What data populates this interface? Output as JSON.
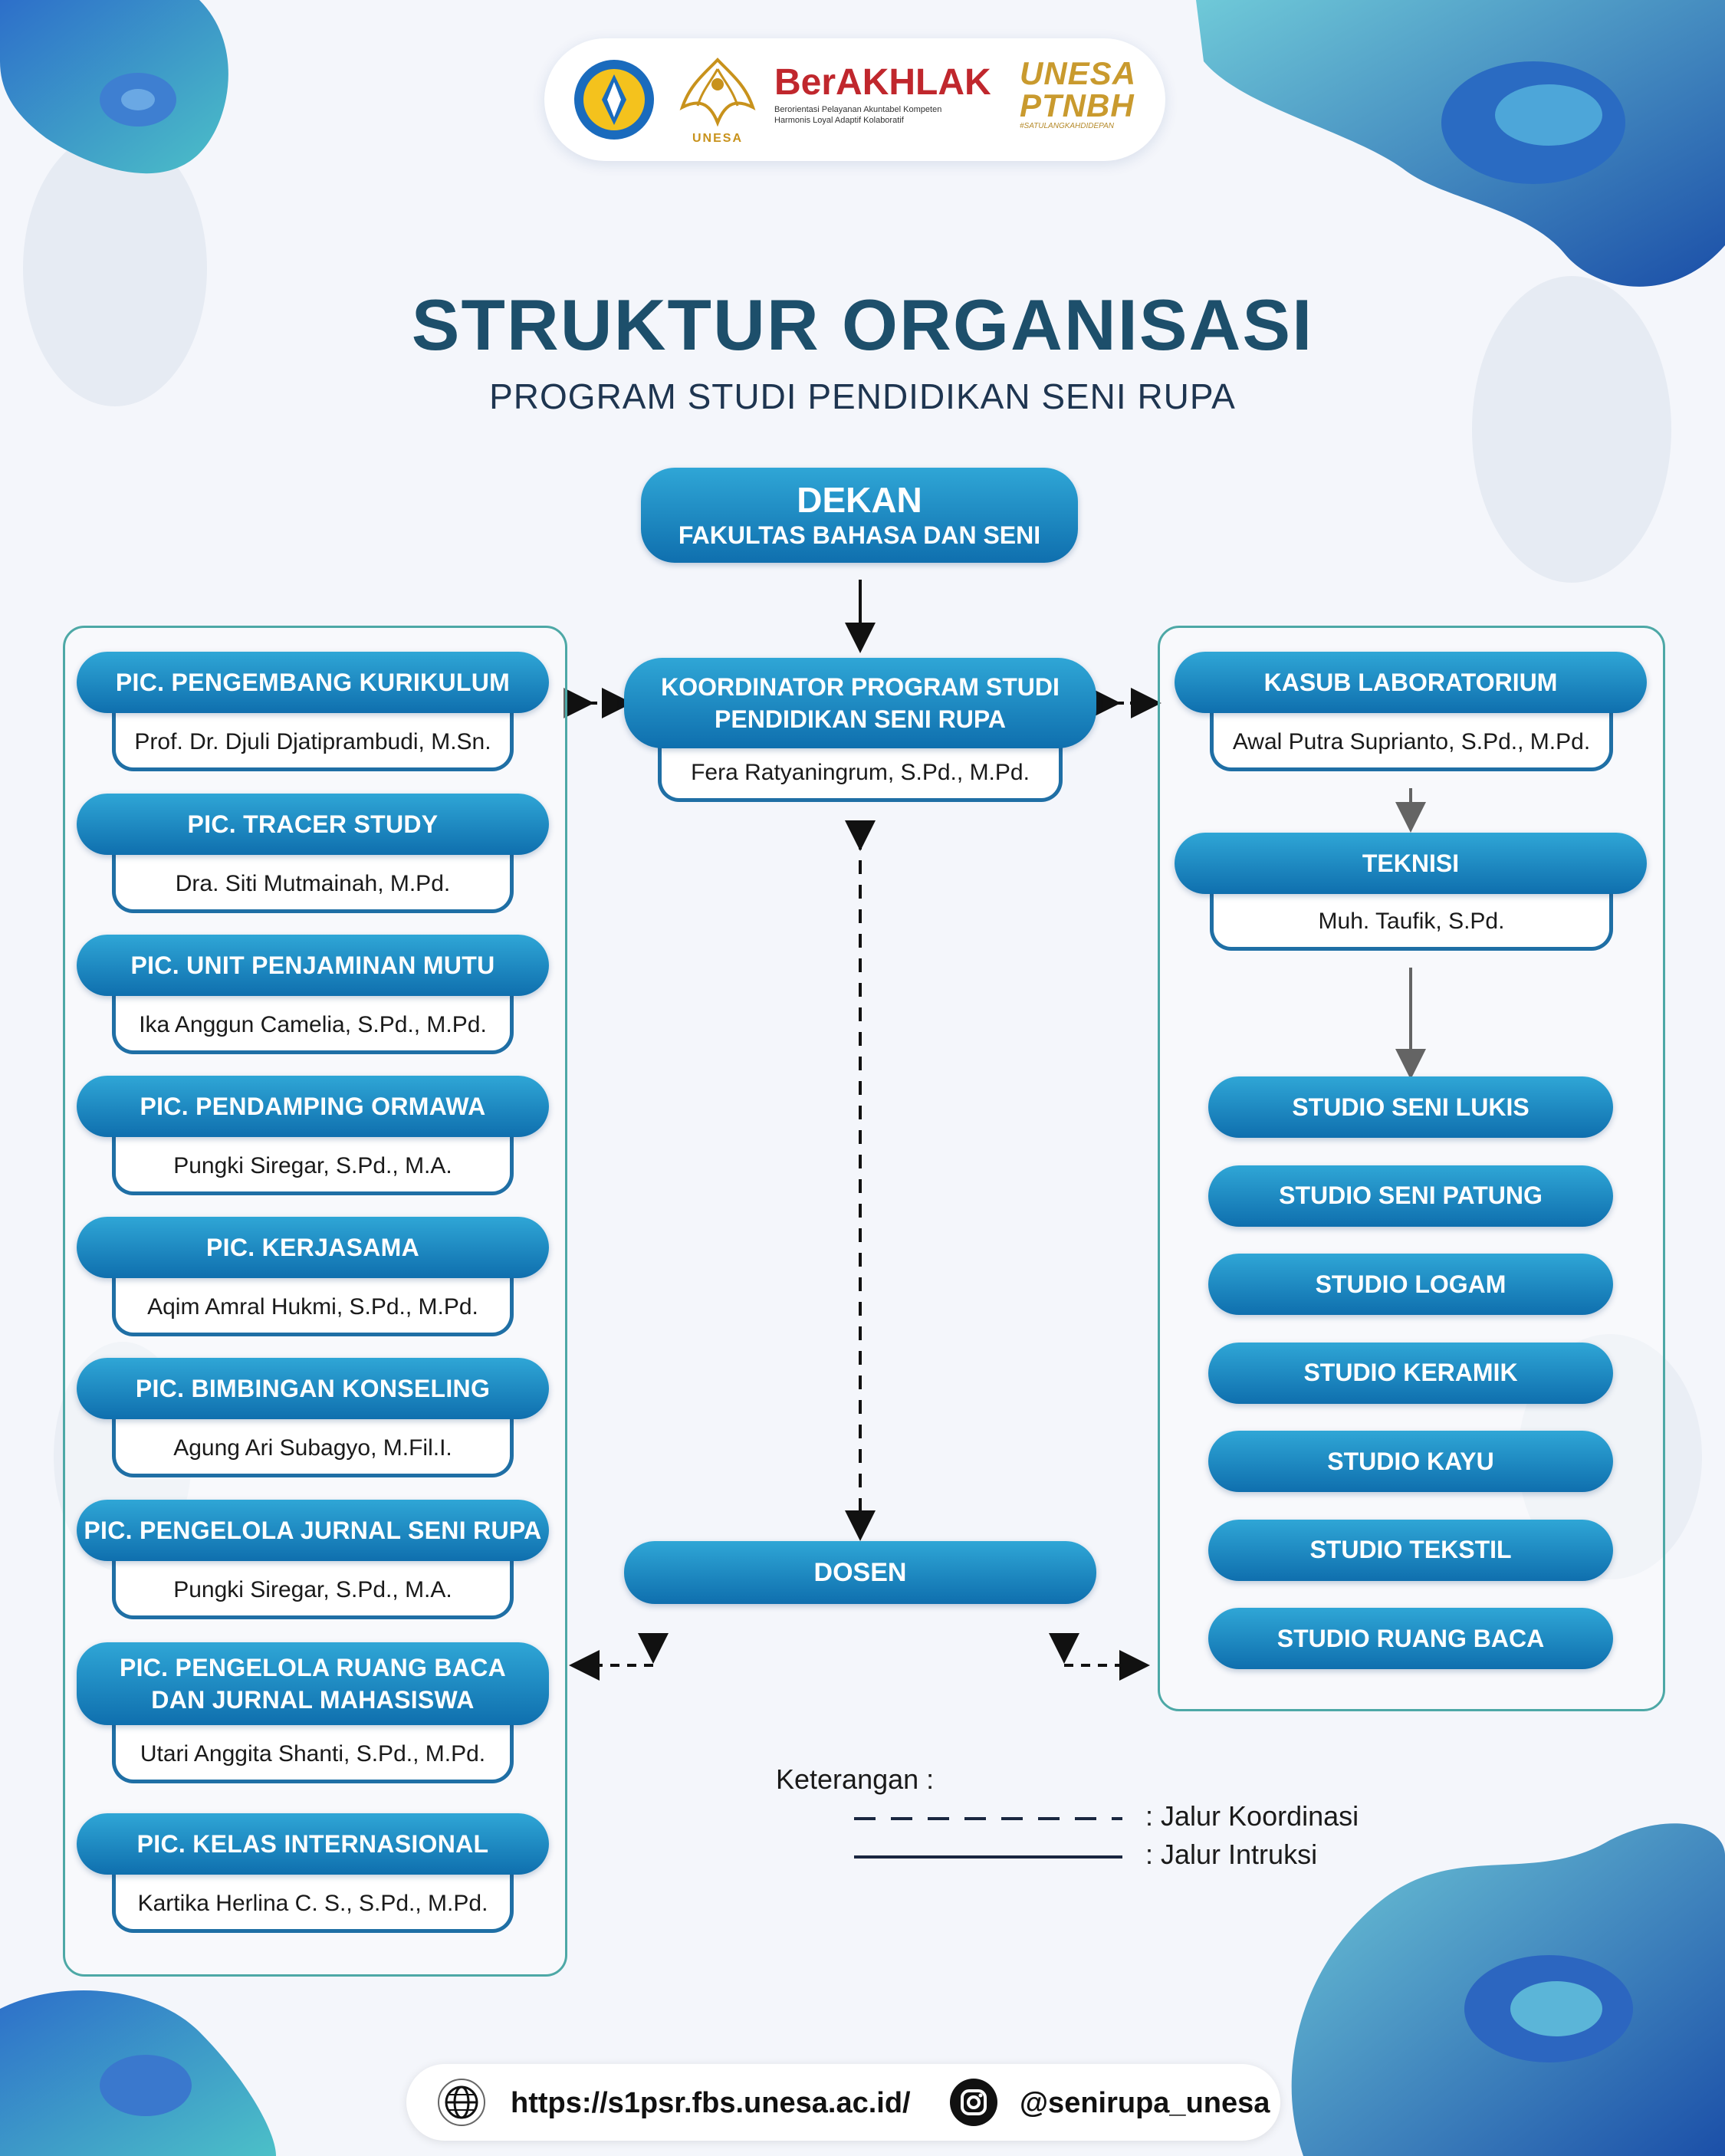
{
  "title": "STRUKTUR ORGANISASI",
  "subtitle": "PROGRAM STUDI PENDIDIKAN SENI RUPA",
  "logos": {
    "unesa": "UNESA",
    "berakhlak_title": "BerAKHLAK",
    "berakhlak_line1": "Berorientasi Pelayanan Akuntabel Kompeten",
    "berakhlak_line2": "Harmonis Loyal Adaptif Kolaboratif",
    "ptnbh_line1": "UNESA",
    "ptnbh_line2": "PTNBH",
    "ptnbh_tag": "#SATULANGKAHDIDEPAN"
  },
  "dekan": {
    "title": "DEKAN",
    "subtitle": "FAKULTAS BAHASA DAN SENI"
  },
  "koordinator": {
    "title_line1": "KOORDINATOR PROGRAM STUDI",
    "title_line2": "PENDIDIKAN SENI RUPA",
    "name": "Fera Ratyaningrum, S.Pd., M.Pd."
  },
  "dosen": "DOSEN",
  "pics": [
    {
      "role": "PIC. PENGEMBANG KURIKULUM",
      "name": "Prof. Dr. Djuli Djatiprambudi, M.Sn."
    },
    {
      "role": "PIC. TRACER STUDY",
      "name": "Dra. Siti Mutmainah, M.Pd."
    },
    {
      "role": "PIC. UNIT PENJAMINAN MUTU",
      "name": "Ika Anggun Camelia, S.Pd., M.Pd."
    },
    {
      "role": "PIC. PENDAMPING ORMAWA",
      "name": "Pungki Siregar, S.Pd., M.A."
    },
    {
      "role": "PIC. KERJASAMA",
      "name": "Aqim Amral Hukmi, S.Pd., M.Pd."
    },
    {
      "role": "PIC. BIMBINGAN KONSELING",
      "name": "Agung Ari Subagyo, M.Fil.I."
    },
    {
      "role": "PIC. PENGELOLA JURNAL SENI RUPA",
      "name": "Pungki Siregar, S.Pd., M.A."
    },
    {
      "role_line1": "PIC. PENGELOLA RUANG BACA",
      "role_line2": "DAN JURNAL MAHASISWA",
      "name": "Utari Anggita Shanti, S.Pd., M.Pd."
    },
    {
      "role": "PIC. KELAS INTERNASIONAL",
      "name": "Kartika Herlina C. S., S.Pd., M.Pd."
    }
  ],
  "lab": {
    "kasub_title": "KASUB LABORATORIUM",
    "kasub_name": "Awal Putra Suprianto, S.Pd., M.Pd.",
    "teknisi_title": "TEKNISI",
    "teknisi_name": "Muh. Taufik, S.Pd."
  },
  "studios": [
    "STUDIO SENI LUKIS",
    "STUDIO SENI PATUNG",
    "STUDIO LOGAM",
    "STUDIO KERAMIK",
    "STUDIO KAYU",
    "STUDIO TEKSTIL",
    "STUDIO RUANG BACA"
  ],
  "legend": {
    "title": "Keterangan :",
    "koordinasi": ": Jalur Koordinasi",
    "instruksi": ": Jalur Intruksi"
  },
  "footer": {
    "website": "https://s1psr.fbs.unesa.ac.id/",
    "instagram": "@senirupa_unesa",
    "website_icon": "globe-icon",
    "instagram_icon": "instagram-icon"
  },
  "colors": {
    "title": "#1d4f6b",
    "pill_top": "#2fa6d6",
    "pill_bottom": "#0f6fae",
    "box_border": "#1f6fa5",
    "panel_border": "#4da8a6"
  }
}
